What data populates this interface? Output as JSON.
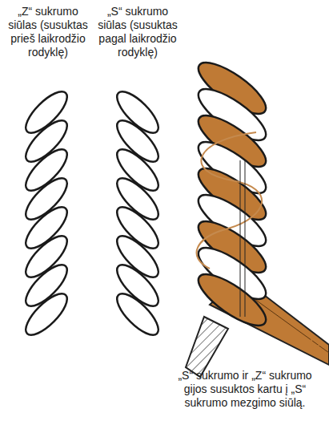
{
  "diagram": {
    "labels": [
      "„Z“ sukrumo siūlas (susuktas prieš laikrodžio rodyklę)",
      "„S“ sukrumo siūlas (susuktas pagal laikrodžio rodyklę)",
      "„S“ sukrumo ir „Z“ sukrumo gijos susuktos kartu į „S“ sukrumo mezgimo siūlą."
    ]
  }
}
